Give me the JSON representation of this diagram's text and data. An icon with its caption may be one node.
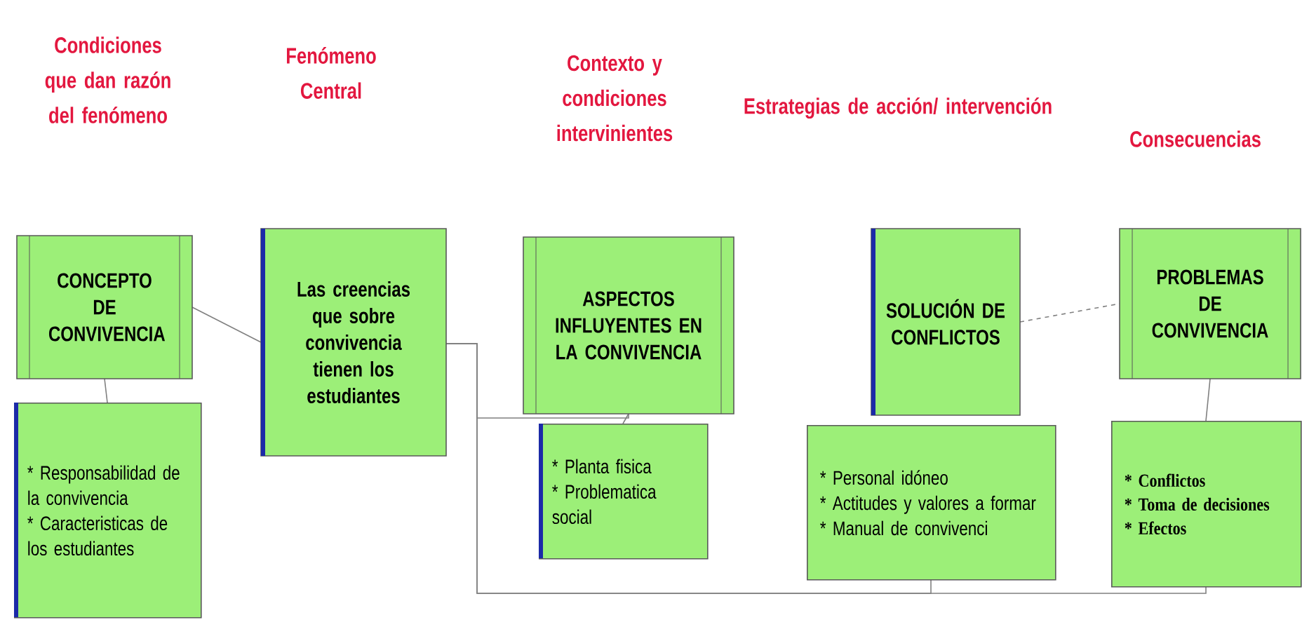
{
  "diagram": {
    "nodes": [
      {
        "text": [
          "CONCEPTO DE CONVIVENCIA"
        ]
      },
      {
        "text": [
          "* Responsabilidad de la convivencia",
          "* Caracteristicas de los estudiantes"
        ]
      },
      {
        "text": [
          "Las creencias que sobre convivencia tienen los estudiantes"
        ]
      },
      {
        "text": [
          "ASPECTOS INFLUYENTES EN LA CONVIVENCIA"
        ]
      },
      {
        "text": [
          "* Planta fisica",
          "* Problematica social"
        ]
      },
      {
        "text": [
          "SOLUCIÓN DE CONFLICTOS"
        ]
      },
      {
        "text": [
          "* Personal idóneo",
          "* Actitudes y valores a formar",
          "* Manual de convivenci"
        ]
      },
      {
        "text": [
          "PROBLEMAS DE CONVIVENCIA"
        ]
      },
      {
        "text": [
          "* Conflictos",
          "* Toma de decisiones",
          "* Efectos"
        ]
      }
    ],
    "edges": [
      {
        "from": 0,
        "to": 2,
        "arrow": "none"
      },
      {
        "from": 0,
        "to": 1,
        "arrow": "none"
      },
      {
        "from": 2,
        "to": 3,
        "arrow": "none"
      },
      {
        "from": 2,
        "to": 6,
        "arrow": "none"
      },
      {
        "from": 2,
        "to": 8,
        "arrow": "none"
      },
      {
        "from": 3,
        "to": 4,
        "arrow": "none"
      },
      {
        "from": 5,
        "to": 7,
        "arrow": "none",
        "style": "dashed"
      },
      {
        "from": 7,
        "to": 8,
        "arrow": "none"
      }
    ],
    "labels": [
      "Condiciones que dan razón del fenómeno",
      "Fenómeno Central",
      "Contexto y condiciones intervinientes",
      "Estrategias de acción/ intervención",
      "Consecuencias"
    ]
  }
}
